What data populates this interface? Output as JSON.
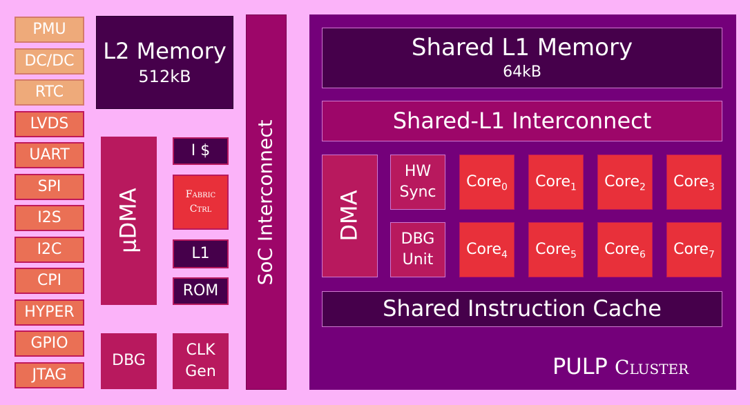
{
  "peripherals": [
    "PMU",
    "DC/DC",
    "RTC",
    "LVDS",
    "UART",
    "SPI",
    "I2S",
    "I2C",
    "CPI",
    "HYPER",
    "GPIO",
    "JTAG"
  ],
  "l2": {
    "title": "L2 Memory",
    "size": "512kB"
  },
  "udma": "µDMA",
  "fabric": {
    "icache": "I $",
    "ctrl_line1": "Fabric",
    "ctrl_line2": "Ctrl",
    "l1": "L1",
    "rom": "ROM",
    "dbg": "DBG",
    "clk_line1": "CLK",
    "clk_line2": "Gen"
  },
  "soc_interconnect": "SoC Interconnect",
  "cluster": {
    "shared_l1_title": "Shared L1 Memory",
    "shared_l1_size": "64kB",
    "shared_l1_interconnect": "Shared-L1 Interconnect",
    "dma": "DMA",
    "hw_sync_line1": "HW",
    "hw_sync_line2": "Sync",
    "dbg_unit_line1": "DBG",
    "dbg_unit_line2": "Unit",
    "cores": [
      {
        "name": "Core",
        "index": "0"
      },
      {
        "name": "Core",
        "index": "1"
      },
      {
        "name": "Core",
        "index": "2"
      },
      {
        "name": "Core",
        "index": "3"
      },
      {
        "name": "Core",
        "index": "4"
      },
      {
        "name": "Core",
        "index": "5"
      },
      {
        "name": "Core",
        "index": "6"
      },
      {
        "name": "Core",
        "index": "7"
      }
    ],
    "instruction_cache": "Shared Instruction Cache",
    "label_word1": "PULP",
    "label_word2": "Cluster"
  },
  "colors": {
    "background": "#fbb3f9",
    "dark_memory": "#46004b",
    "magenta_block": "#b8195e",
    "interconnect": "#9d0669",
    "cluster_bg": "#74007a",
    "core_red": "#e8303a",
    "periph_light": "#eeaa7a",
    "periph_orange": "#ea7055"
  }
}
